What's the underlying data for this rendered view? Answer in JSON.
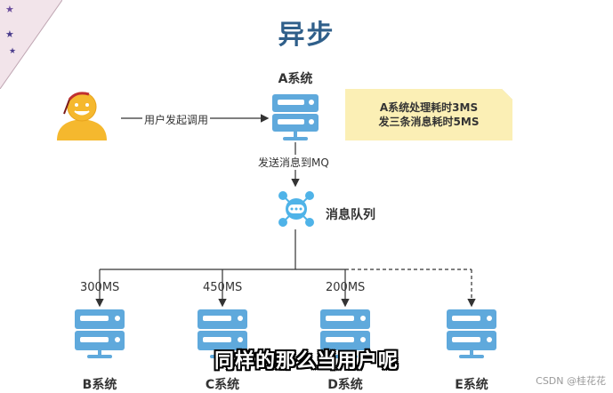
{
  "title": "异步",
  "user": {
    "icon": "user-avatar-icon",
    "call_label": "用户发起调用"
  },
  "system_a": {
    "label": "A系统",
    "icon": "server-icon",
    "send_label": "发送消息到MQ"
  },
  "note": {
    "line1": "A系统处理耗时3MS",
    "line2": "发三条消息耗时5MS"
  },
  "queue": {
    "label": "消息队列",
    "icon": "message-queue-icon"
  },
  "downstream": [
    {
      "label": "B系统",
      "time": "300MS",
      "line": "solid"
    },
    {
      "label": "C系统",
      "time": "450MS",
      "line": "solid"
    },
    {
      "label": "D系统",
      "time": "200MS",
      "line": "solid"
    },
    {
      "label": "E系统",
      "time": "",
      "line": "dashed"
    }
  ],
  "subtitle": "同样的那么当用户呢",
  "watermark": "CSDN @桂花花",
  "colors": {
    "server": "#5fa9dc",
    "server_dark": "#3b7fb6",
    "title": "#2f5f8a",
    "note_bg": "#fbefb5",
    "user": "#f5b82e"
  }
}
